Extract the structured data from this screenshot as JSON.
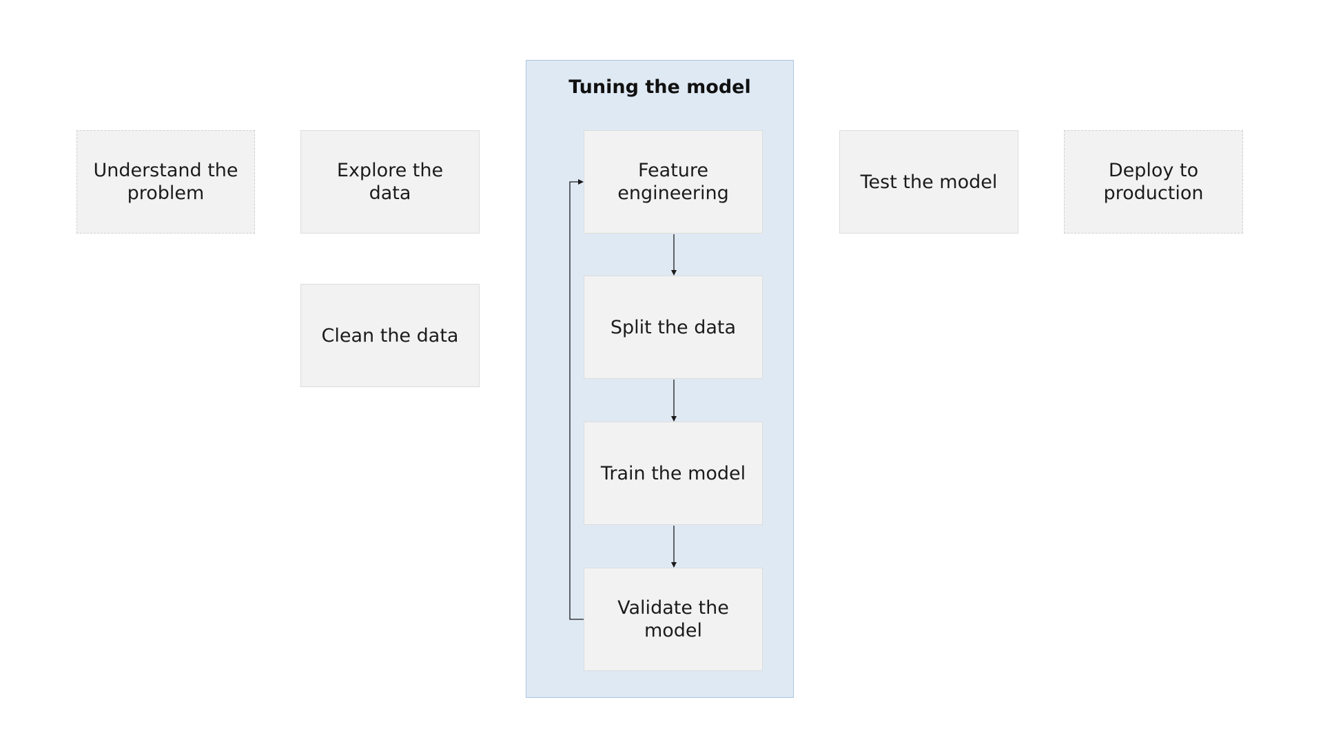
{
  "diagram": {
    "steps": {
      "understand": "Understand the\nproblem",
      "explore": "Explore the\ndata",
      "clean": "Clean the data",
      "test": "Test the model",
      "deploy": "Deploy to\nproduction"
    },
    "group": {
      "title": "Tuning the model",
      "steps": {
        "feature": "Feature\nengineering",
        "split": "Split the data",
        "train": "Train the model",
        "validate": "Validate the\nmodel"
      }
    },
    "colors": {
      "box_fill": "#f2f2f2",
      "group_fill": "#dfe9f4",
      "group_border": "#a9c4e0",
      "connector": "#1a1a1a"
    }
  }
}
